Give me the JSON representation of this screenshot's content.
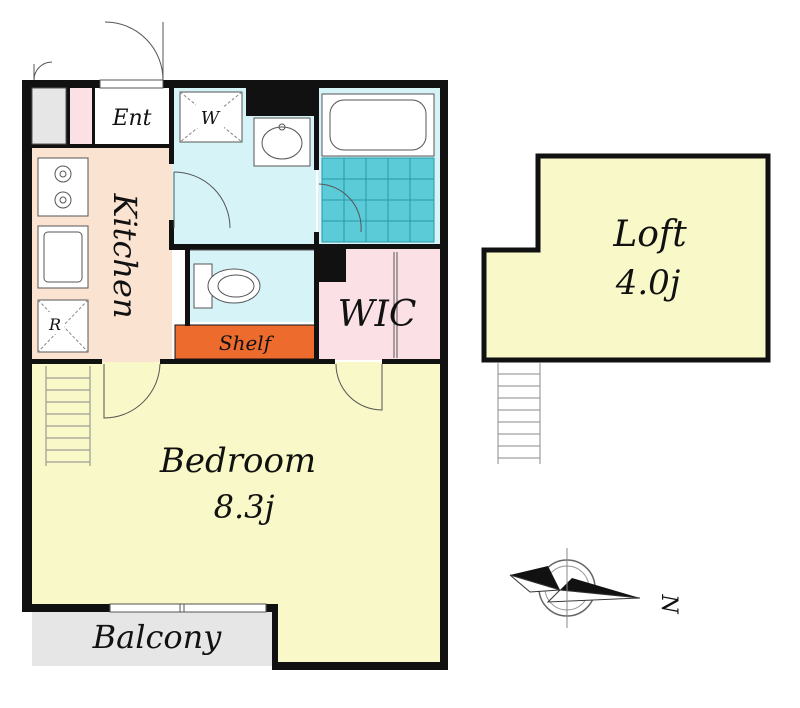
{
  "rooms": {
    "entrance": "Ent",
    "washer": "W",
    "kitchen": "Kitchen",
    "refrigerator": "R",
    "walk_in_closet": "WIC",
    "shelf": "Shelf",
    "bedroom_name": "Bedroom",
    "bedroom_size": "8.3j",
    "balcony": "Balcony",
    "loft_name": "Loft",
    "loft_size": "4.0j"
  },
  "compass": {
    "north_label": "N"
  },
  "colors": {
    "bedroom_floor": "#f8f8c8",
    "kitchen_floor": "#fbe3d2",
    "wet_area": "#d6f4f8",
    "closet": "#fbe0e6",
    "shelf": "#ec6b2d",
    "loft_floor": "#f8f8c8",
    "balcony": "#e6e6e6",
    "wall": "#111111"
  }
}
